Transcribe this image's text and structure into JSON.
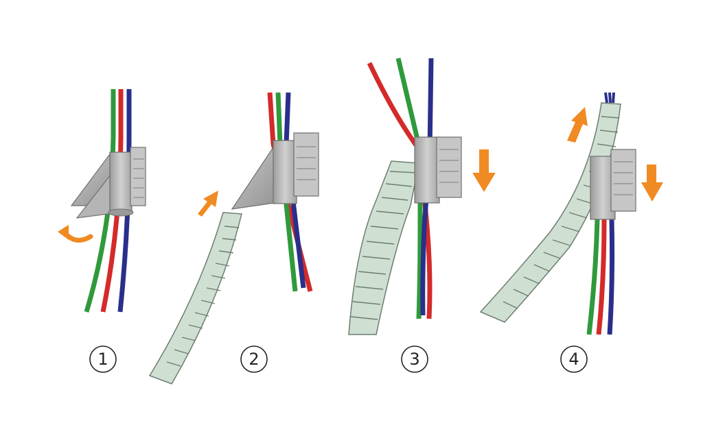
{
  "steps": [
    {
      "number": "1"
    },
    {
      "number": "2"
    },
    {
      "number": "3"
    },
    {
      "number": "4"
    }
  ],
  "colors": {
    "wire_red": "#d42a2a",
    "wire_green": "#2f9a3c",
    "wire_blue": "#2a2f8c",
    "arrow_orange": "#f08a22",
    "wrap_fill": "#cfe0d2",
    "wrap_edge": "#6c7c70",
    "tool_grey": "#b8b8b8",
    "tool_dark": "#8a8a8a"
  }
}
